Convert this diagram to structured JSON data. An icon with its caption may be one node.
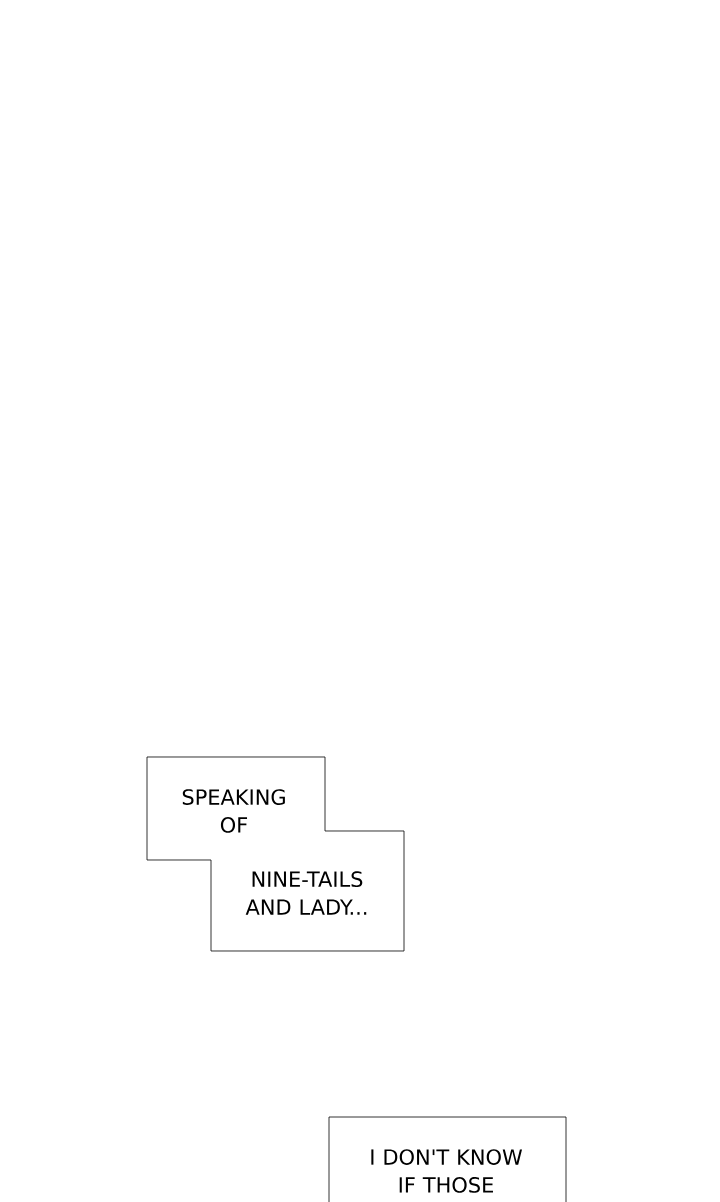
{
  "diagram": {
    "nodes": [
      {
        "text": [
          "SPEAKING OF"
        ]
      },
      {
        "text": [
          "NINE-TAILS AND LADY..."
        ]
      },
      {
        "text": [
          "I DON'T KNOW IF THOSE"
        ]
      }
    ]
  }
}
